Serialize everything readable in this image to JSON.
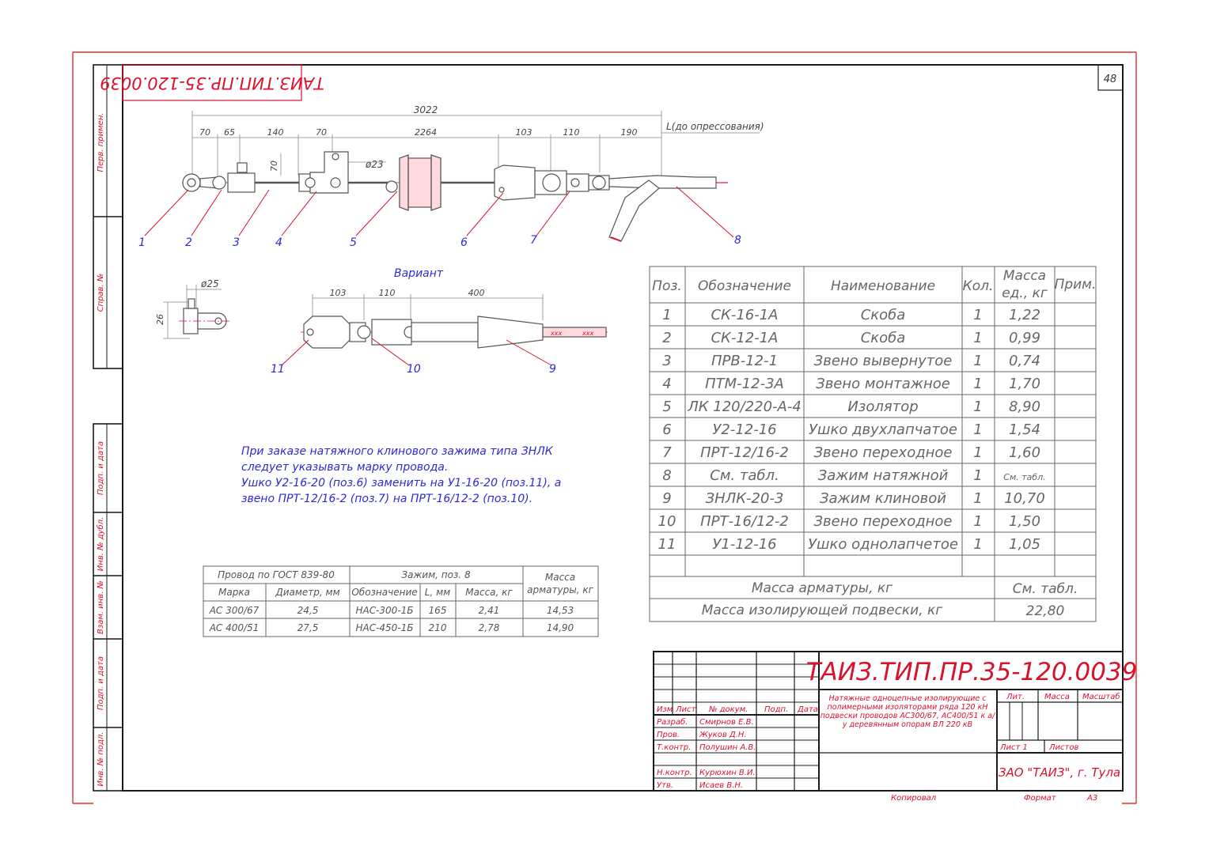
{
  "sheet": {
    "page_number": "48",
    "rotated_code": "ТАИЗ.ТИП.ПР.35-120.0039",
    "side_labels": [
      "Перв. примен.",
      "Справ. №",
      "Подп. и дата",
      "Инв. № дубл.",
      "Взам. инв. №",
      "Подп. и дата",
      "Инв. № подл."
    ],
    "colors": {
      "frame": "#e0302e",
      "ink": "#1a1a1a",
      "blue": "#2b2bd6",
      "red": "#d9122c"
    }
  },
  "drawing": {
    "dims": {
      "total": "3022",
      "d1": "70",
      "d2": "65",
      "d3": "140",
      "d4": "70",
      "d5": "2264",
      "d6": "103",
      "d7": "110",
      "d8": "190",
      "length_label": "L(до опрессования)",
      "vertical": "70",
      "diameter": "ø23"
    },
    "callouts": [
      "1",
      "2",
      "3",
      "4",
      "5",
      "6",
      "7",
      "8"
    ]
  },
  "variant": {
    "title": "Вариант",
    "dims": {
      "d1": "103",
      "d2": "110",
      "d3": "400",
      "diameter": "ø25",
      "height": "26"
    },
    "callouts": [
      "11",
      "10",
      "9"
    ]
  },
  "note": {
    "lines": [
      "При заказе натяжного клинового зажима типа ЗНЛК",
      "следует указывать марку провода.",
      "Ушко У2-16-20 (поз.6) заменить на У1-16-20 (поз.11), а",
      "звено ПРТ-12/16-2 (поз.7) на ПРТ-16/12-2 (поз.10)."
    ]
  },
  "wire_table": {
    "group_headers": {
      "wire": "Провод по ГОСТ 839-80",
      "clamp": "Зажим, поз. 8",
      "mass": "Масса арматуры, кг"
    },
    "columns": [
      "Марка",
      "Диаметр, мм",
      "Обозначение",
      "L, мм",
      "Масса, кг"
    ],
    "rows": [
      {
        "mark": "АС 300/67",
        "diameter": "24,5",
        "designation": "НАС-300-1Б",
        "length": "165",
        "mass": "2,41",
        "total": "14,53"
      },
      {
        "mark": "АС 400/51",
        "diameter": "27,5",
        "designation": "НАС-450-1Б",
        "length": "210",
        "mass": "2,78",
        "total": "14,90"
      }
    ]
  },
  "spec_table": {
    "headers": {
      "pos": "Поз.",
      "designation": "Обозначение",
      "name": "Наименование",
      "qty": "Кол.",
      "mass": "Масса ед., кг",
      "note": "Прим."
    },
    "rows": [
      {
        "pos": "1",
        "designation": "СК-16-1А",
        "name": "Скоба",
        "qty": "1",
        "mass": "1,22"
      },
      {
        "pos": "2",
        "designation": "СК-12-1А",
        "name": "Скоба",
        "qty": "1",
        "mass": "0,99"
      },
      {
        "pos": "3",
        "designation": "ПРВ-12-1",
        "name": "Звено вывернутое",
        "qty": "1",
        "mass": "0,74"
      },
      {
        "pos": "4",
        "designation": "ПТМ-12-3А",
        "name": "Звено монтажное",
        "qty": "1",
        "mass": "1,70"
      },
      {
        "pos": "5",
        "designation": "ЛК 120/220-А-4",
        "name": "Изолятор",
        "qty": "1",
        "mass": "8,90"
      },
      {
        "pos": "6",
        "designation": "У2-12-16",
        "name": "Ушко двухлапчатое",
        "qty": "1",
        "mass": "1,54"
      },
      {
        "pos": "7",
        "designation": "ПРТ-12/16-2",
        "name": "Звено переходное",
        "qty": "1",
        "mass": "1,60"
      },
      {
        "pos": "8",
        "designation": "См. табл.",
        "name": "Зажим натяжной",
        "qty": "1",
        "mass": "См. табл."
      },
      {
        "pos": "9",
        "designation": "ЗНЛК-20-3",
        "name": "Зажим клиновой",
        "qty": "1",
        "mass": "10,70"
      },
      {
        "pos": "10",
        "designation": "ПРТ-16/12-2",
        "name": "Звено переходное",
        "qty": "1",
        "mass": "1,50"
      },
      {
        "pos": "11",
        "designation": "У1-12-16",
        "name": "Ушко однолапчетое",
        "qty": "1",
        "mass": "1,05"
      }
    ],
    "footer": [
      {
        "label": "Масса арматуры, кг",
        "value": "См. табл."
      },
      {
        "label": "Масса изолирующей подвески, кг",
        "value": "22,80"
      }
    ]
  },
  "title_block": {
    "code": "ТАИЗ.ТИП.ПР.35-120.0039",
    "description": [
      "Натяжные одноцепные изолирующие с",
      "полимерными изоляторами ряда 120 кН",
      "подвески проводов АС300/67, АС400/51 к а/",
      "у деревянным опорам ВЛ 220 кВ"
    ],
    "col_headers": [
      "Изм",
      "Лист",
      "№ докум.",
      "Подп.",
      "Дата"
    ],
    "roles": [
      {
        "role": "Разраб.",
        "name": "Смирнов Е.В."
      },
      {
        "role": "Пров.",
        "name": "Жуков Д.Н."
      },
      {
        "role": "Т.контр.",
        "name": "Полушин А.В."
      },
      {
        "role": "Н.контр.",
        "name": "Курюхин В.И."
      },
      {
        "role": "Утв.",
        "name": "Исаев В.Н."
      }
    ],
    "lit": "Лит.",
    "massa": "Масса",
    "scale": "Масштаб",
    "sheet": "Лист 1",
    "sheets": "Листов",
    "company": "ЗАО \"ТАИЗ\", г. Тула",
    "copied": "Копировал",
    "format": "Формат",
    "format_value": "А3"
  }
}
